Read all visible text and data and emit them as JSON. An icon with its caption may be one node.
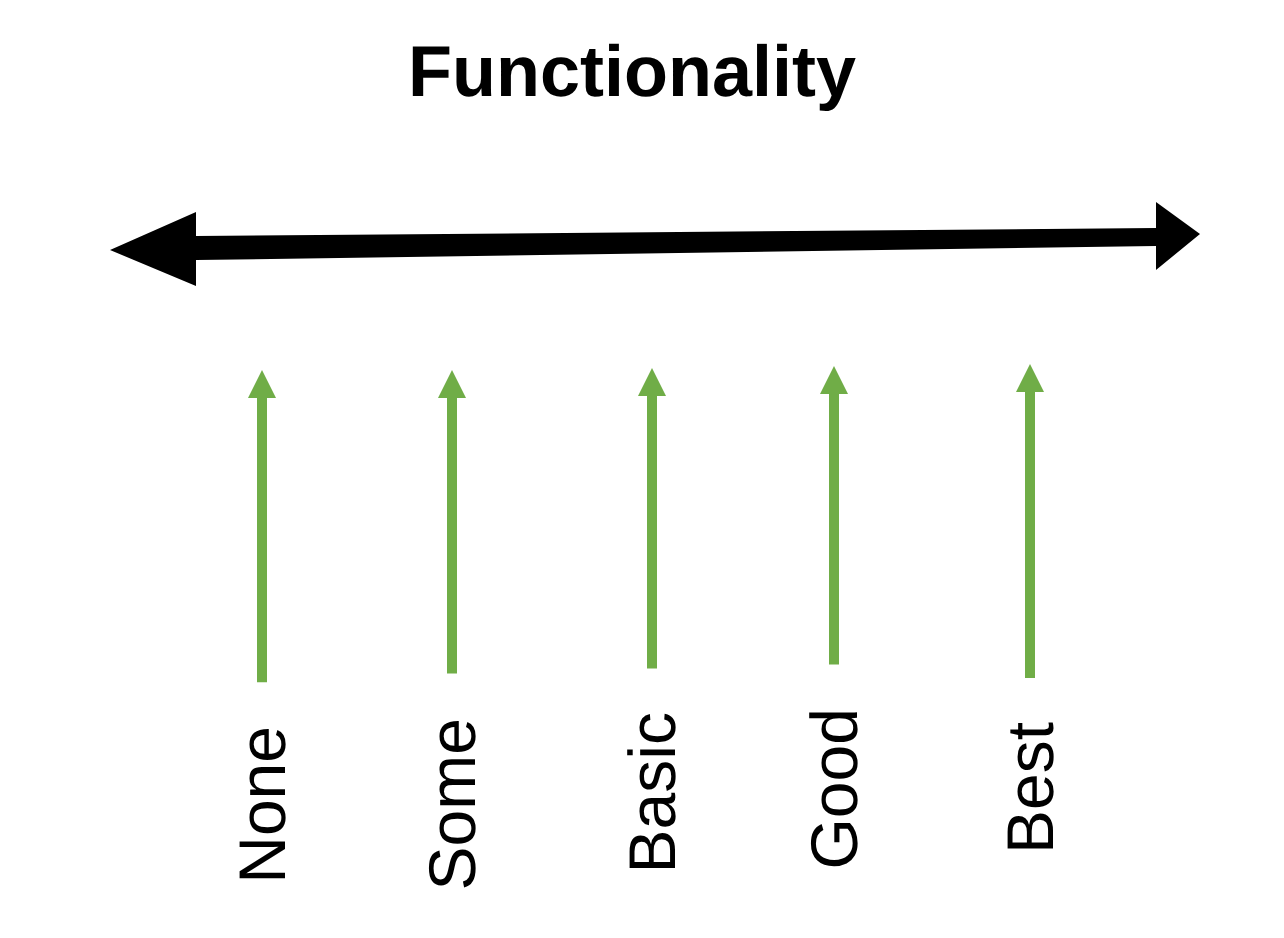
{
  "diagram": {
    "title": "Functionality",
    "nodes": [
      {
        "text": [
          "None"
        ]
      },
      {
        "text": [
          "Some"
        ]
      },
      {
        "text": [
          "Basic"
        ]
      },
      {
        "text": [
          "Good"
        ]
      },
      {
        "text": [
          "Best"
        ]
      }
    ],
    "edges": [
      {
        "from": 0,
        "to": null,
        "arrow": "to"
      },
      {
        "from": 1,
        "to": null,
        "arrow": "to"
      },
      {
        "from": 2,
        "to": null,
        "arrow": "to"
      },
      {
        "from": 3,
        "to": null,
        "arrow": "to"
      },
      {
        "from": 4,
        "to": null,
        "arrow": "to"
      }
    ]
  }
}
